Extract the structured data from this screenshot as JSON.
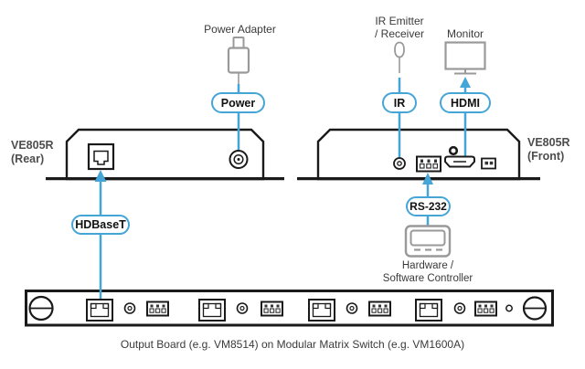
{
  "diagram": {
    "caption": "Output Board (e.g. VM8514) on Modular Matrix Switch (e.g. VM1600A)",
    "devices": {
      "rear": {
        "name": "VE805R",
        "side": "(Rear)"
      },
      "front": {
        "name": "VE805R",
        "side": "(Front)"
      }
    },
    "peripherals": {
      "power_adapter": "Power Adapter",
      "ir_emitter_line1": "IR Emitter",
      "ir_emitter_line2": "/ Receiver",
      "monitor": "Monitor",
      "controller_line1": "Hardware /",
      "controller_line2": "Software Controller"
    },
    "connections": {
      "power": "Power",
      "ir": "IR",
      "hdmi": "HDMI",
      "rs232": "RS-232",
      "hdbaset": "HDBaseT"
    },
    "output_board": {
      "port_groups": 4
    },
    "icons": [
      "power-adapter-icon",
      "ir-emitter-icon",
      "monitor-icon",
      "controller-icon",
      "rj45-port-icon",
      "power-jack-icon",
      "ir-jack-icon",
      "hdmi-port-icon",
      "terminal-block-icon",
      "led-icon",
      "screw-icon"
    ],
    "colors": {
      "accent_blue": "#45a5d6",
      "icon_gray": "#999999",
      "outline_black": "#1a1a1a"
    }
  }
}
